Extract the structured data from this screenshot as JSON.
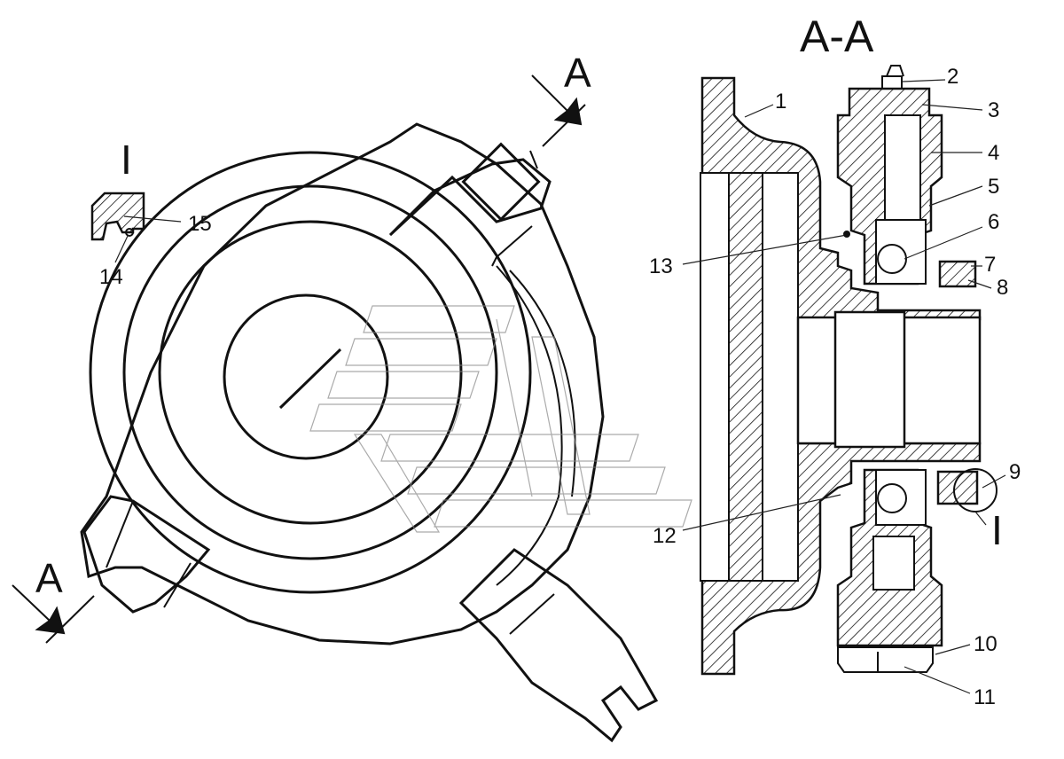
{
  "diagram": {
    "section_title": "A-A",
    "section_marks": [
      "A",
      "A"
    ],
    "detail_mark": "I",
    "detail_ref": "I",
    "callouts": [
      "1",
      "2",
      "3",
      "4",
      "5",
      "6",
      "7",
      "8",
      "9",
      "10",
      "11",
      "12",
      "13",
      "14",
      "15"
    ]
  }
}
